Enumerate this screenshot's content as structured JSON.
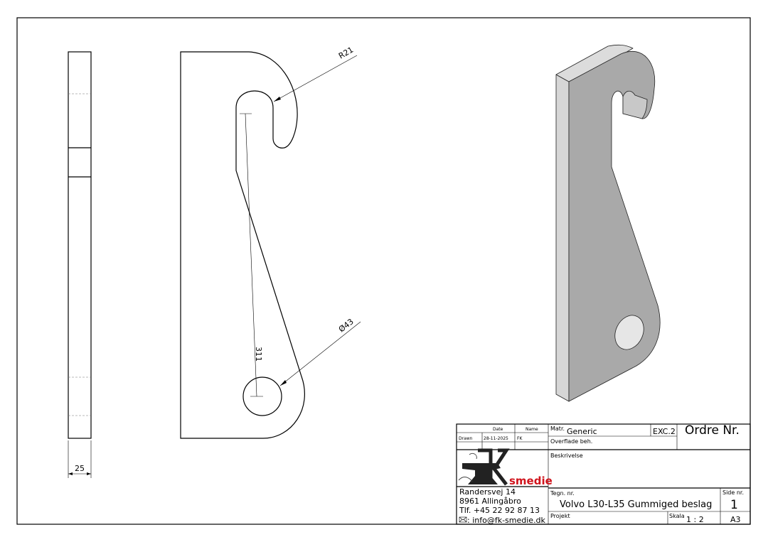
{
  "drawing": {
    "dimensions": {
      "thickness": "25",
      "radius": "R21",
      "diameter": "Ø43",
      "length": "311"
    },
    "colors": {
      "face": "#a9a9a9",
      "side": "#d6d6d6",
      "hole": "#e6e6e6",
      "brand_red": "#d0141c"
    }
  },
  "title_block": {
    "date_header": "Date",
    "name_header": "Name",
    "drawn_label": "Drawn",
    "drawn_date": "28-11-2025",
    "drawn_name": "FK",
    "matr_label": "Matr.",
    "matr_value": "Generic",
    "material_code": "EXC.2",
    "order_label": "Ordre Nr.",
    "surface_label": "Overflade beh.",
    "description_label": "Beskrivelse",
    "logo_text": "smedie",
    "address_line1": "Randersvej 14",
    "address_line2": "8961 Allingåbro",
    "phone": "Tlf. +45 22 92 87 13",
    "email": ": info@fk-smedie.dk",
    "drawing_no_label": "Tegn. nr.",
    "drawing_no_value": "Volvo L30-L35 Gummiged beslag",
    "page_label": "Side nr.",
    "page_value": "1",
    "project_label": "Projekt",
    "scale_label": "Skala",
    "scale_value": "1 : 2",
    "paper_size": "A3"
  }
}
